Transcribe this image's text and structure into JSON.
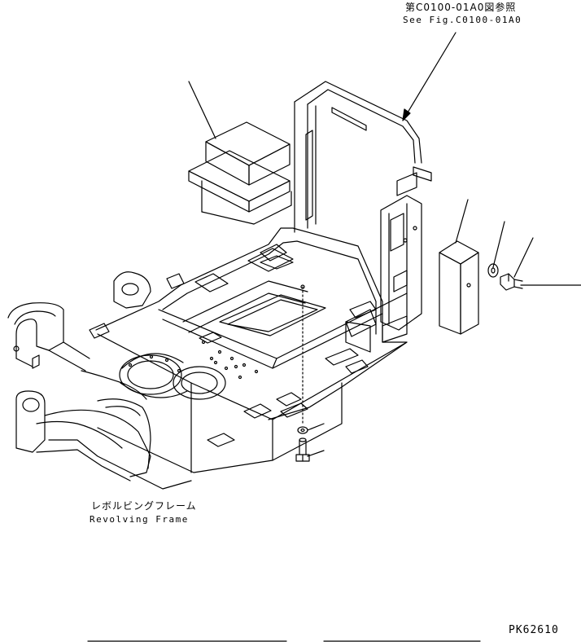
{
  "figure_reference": {
    "japanese": "第C0100-01A0図参照",
    "english": "See Fig.C0100-01A0"
  },
  "frame_label": {
    "japanese": "レボルビングフレーム",
    "english": "Revolving Frame"
  },
  "drawing_code": "PK62610",
  "colors": {
    "line": "#000000",
    "background": "#ffffff"
  }
}
